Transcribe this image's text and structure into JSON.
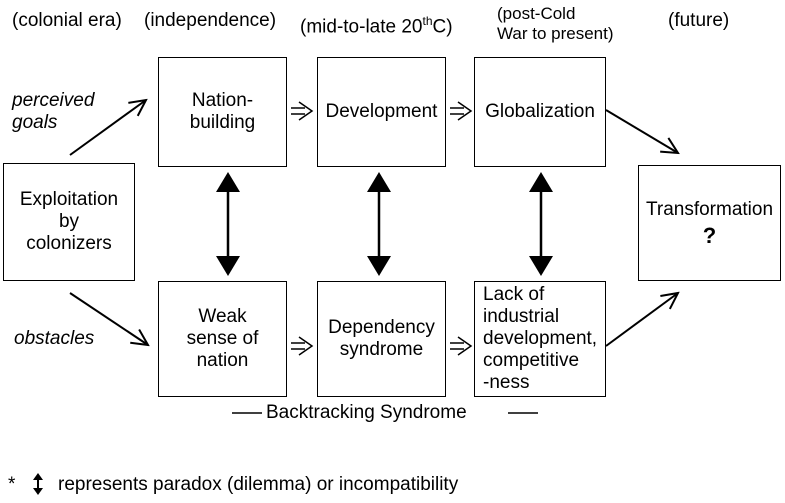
{
  "eras": {
    "colonial": "(colonial era)",
    "independence": "(independence)",
    "mid_prefix": "(mid-to-late 20",
    "mid_sup": "th",
    "mid_suffix": "C)",
    "post_cold_line1": "(post-Cold",
    "post_cold_line2": "War to present)",
    "future": "(future)"
  },
  "side_labels": {
    "perceived_line1": "perceived",
    "perceived_line2": "goals",
    "obstacles": "obstacles"
  },
  "boxes": {
    "exploitation": [
      "Exploitation",
      "by",
      "colonizers"
    ],
    "nation_building": [
      "Nation-",
      "building"
    ],
    "development": [
      "Development"
    ],
    "globalization": [
      "Globalization"
    ],
    "transformation": "Transformation",
    "transformation_mark": "?",
    "weak_sense": [
      "Weak",
      "sense of",
      "nation"
    ],
    "dependency": [
      "Dependency",
      "syndrome"
    ],
    "lack": [
      "Lack of",
      "industrial",
      "development,",
      "competitive",
      "-ness"
    ]
  },
  "backtracking": "Backtracking  Syndrome",
  "footnote": {
    "star": "*",
    "text": "represents  paradox  (dilemma)  or  incompatibility"
  }
}
